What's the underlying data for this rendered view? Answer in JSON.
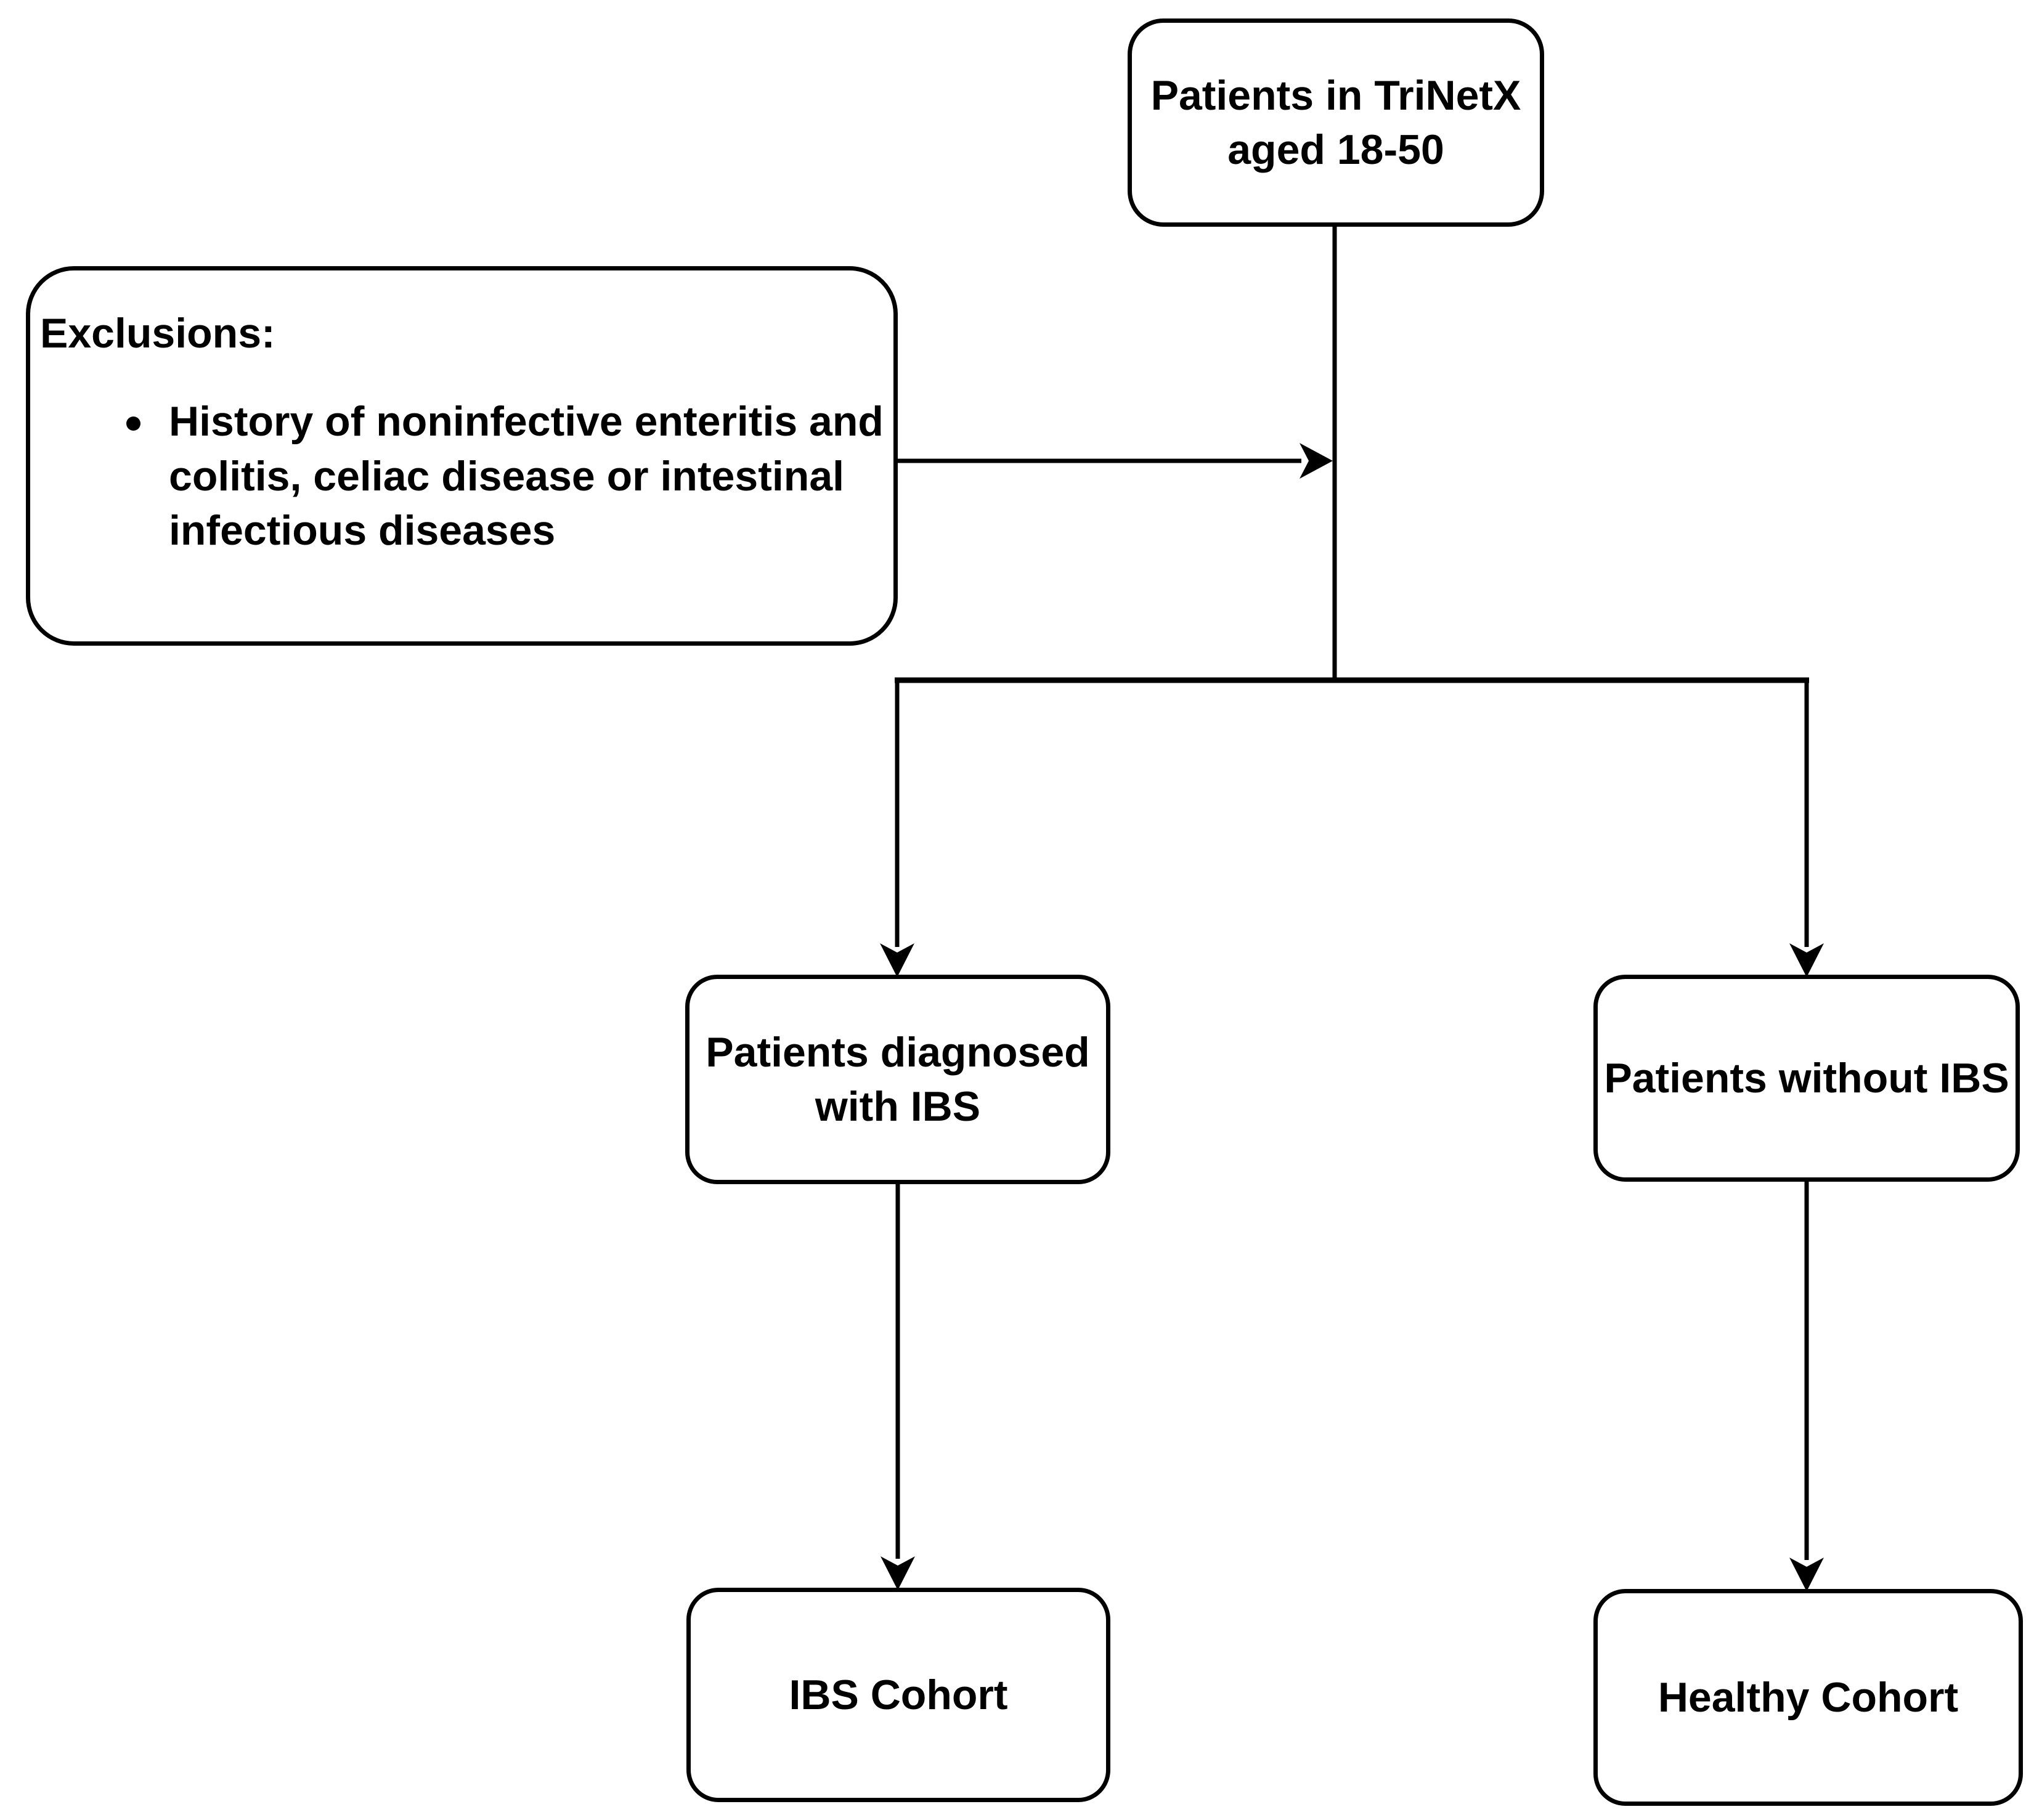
{
  "palette": {
    "ink": "#000000",
    "paper": "#ffffff"
  },
  "flowchart": {
    "root": {
      "label": "Patients in TriNetX\naged 18-50"
    },
    "exclusions": {
      "title": "Exclusions:",
      "item": "History of noninfective enteritis and\ncolitis, celiac disease or intestinal\ninfectious diseases"
    },
    "with_ibs": {
      "label": "Patients diagnosed\nwith IBS"
    },
    "without_ibs": {
      "label": "Patients without IBS"
    },
    "ibs_cohort": {
      "label": "IBS Cohort"
    },
    "healthy_cohort": {
      "label": "Healthy Cohort"
    }
  }
}
